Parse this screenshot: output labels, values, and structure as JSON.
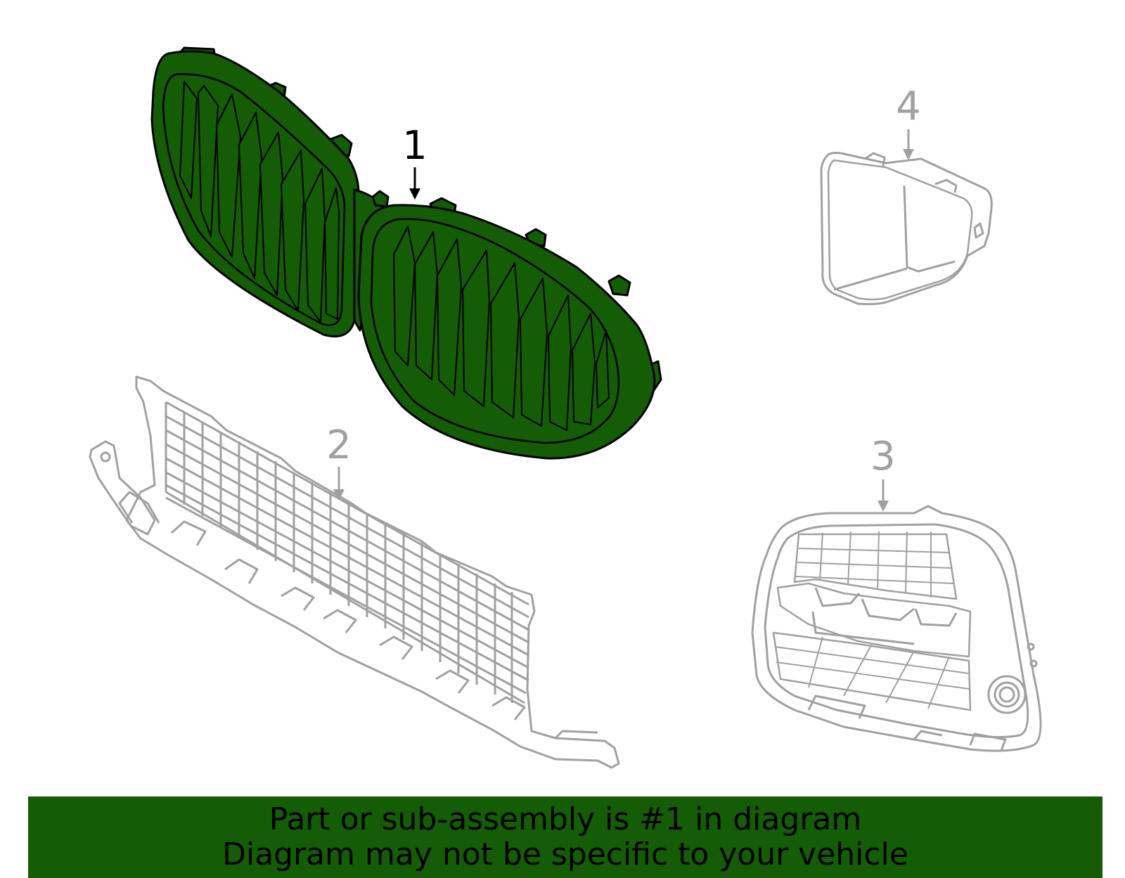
{
  "diagram": {
    "highlight_color": "#145c05",
    "outline_color": "#000000",
    "faded_color": "#a0a0a0",
    "callouts": [
      {
        "number": "1",
        "part": "kidney-grille",
        "highlighted": true
      },
      {
        "number": "2",
        "part": "lower-grille",
        "highlighted": false
      },
      {
        "number": "3",
        "part": "fog-lamp-bezel",
        "highlighted": false
      },
      {
        "number": "4",
        "part": "air-duct",
        "highlighted": false
      }
    ]
  },
  "banner": {
    "line1": "Part or sub-assembly is #1 in diagram",
    "line2": "Diagram may not be specific to your vehicle",
    "background": "#145c05"
  }
}
